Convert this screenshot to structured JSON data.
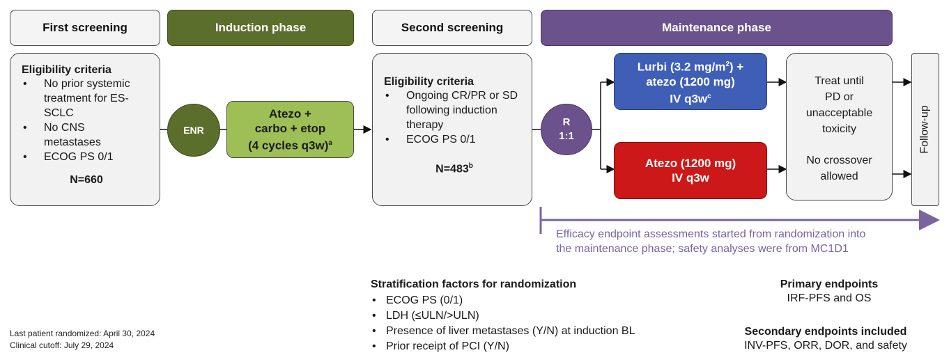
{
  "headers": {
    "first_screening": "First screening",
    "induction_phase": "Induction phase",
    "second_screening": "Second screening",
    "maintenance_phase": "Maintenance phase"
  },
  "first_panel": {
    "title": "Eligibility criteria",
    "items": [
      "No prior systemic treatment for ES-SCLC",
      "No CNS metastases",
      "ECOG PS 0/1"
    ],
    "n": "N=660"
  },
  "enr": "ENR",
  "induction_box": {
    "line1": "Atezo +",
    "line2": "carbo + etop",
    "line3": "(4 cycles q3w)",
    "sup": "a"
  },
  "second_panel": {
    "title": "Eligibility criteria",
    "items": [
      "Ongoing CR/PR or SD following induction therapy",
      "ECOG PS 0/1"
    ],
    "n": "N=483",
    "n_sup": "b"
  },
  "randomization": {
    "line1": "R",
    "line2": "1:1"
  },
  "arm_lurbi": {
    "line1_pre": "Lurbi (3.2 mg/m",
    "line1_sup": "2",
    "line1_post": ") +",
    "line2": "atezo (1200 mg)",
    "line3": "IV q3w",
    "line3_sup": "c"
  },
  "arm_atezo": {
    "line1": "Atezo (1200 mg)",
    "line2": "IV q3w"
  },
  "treat_box": {
    "line1": "Treat until",
    "line2": "PD or",
    "line3": "unacceptable",
    "line4": "toxicity",
    "line5": "No crossover",
    "line6": "allowed"
  },
  "follow_up": "Follow-up",
  "efficacy_note": {
    "line1": "Efficacy endpoint assessments started from randomization into",
    "line2": "the maintenance phase; safety analyses were from MC1D1"
  },
  "stratification": {
    "title": "Stratification factors for randomization",
    "items": [
      "ECOG PS (0/1)",
      "LDH (≤ULN/>ULN)",
      "Presence of liver metastases (Y/N) at induction BL",
      "Prior receipt of PCI (Y/N)"
    ]
  },
  "primary_endpoints": {
    "title": "Primary endpoints",
    "text": "IRF-PFS and OS"
  },
  "secondary_endpoints": {
    "title": "Secondary endpoints included",
    "text": "INV-PFS, ORR, DOR, and safety"
  },
  "footnote": {
    "line1": "Last patient randomized: April 30, 2024",
    "line2": "Clinical cutoff: July 29, 2024"
  },
  "colors": {
    "induction_green": "#5b6e2b",
    "induction_light": "#9dbf55",
    "maintenance_purple": "#6b528c",
    "lurbi_blue": "#3f5fb6",
    "atezo_red": "#cc1818"
  }
}
